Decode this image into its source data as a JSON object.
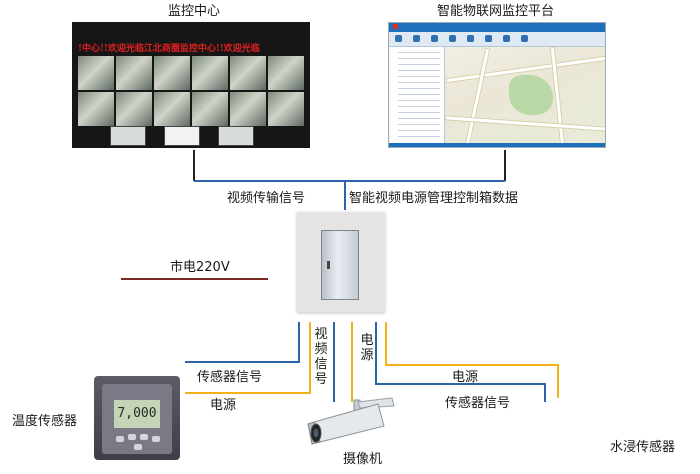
{
  "title_monitor_center": "监控中心",
  "title_iot_platform": "智能物联网监控平台",
  "label_video_transmission": "视频传输信号",
  "label_box_data": "智能视频电源管理控制箱数据",
  "label_mains": "市电220V",
  "label_video_signal_vertical": [
    "视",
    "频",
    "信",
    "号"
  ],
  "label_power_vertical": [
    "电",
    "源"
  ],
  "label_sensor_signal_left": "传感器信号",
  "label_power_left": "电源",
  "label_power_right": "电源",
  "label_sensor_signal_right": "传感器信号",
  "label_temp_sensor": "温度传感器",
  "label_camera": "摄像机",
  "label_water_sensor": "水浸传感器",
  "center_banner_text": "!中心!!欢迎光临江北商圈监控中心!!欢迎光临",
  "temp_display_value": "7,000",
  "colors": {
    "signal_line": "#2c64a8",
    "power_line": "#f2b21a",
    "mains_line": "#7a2a24",
    "cable_black": "#222222"
  }
}
